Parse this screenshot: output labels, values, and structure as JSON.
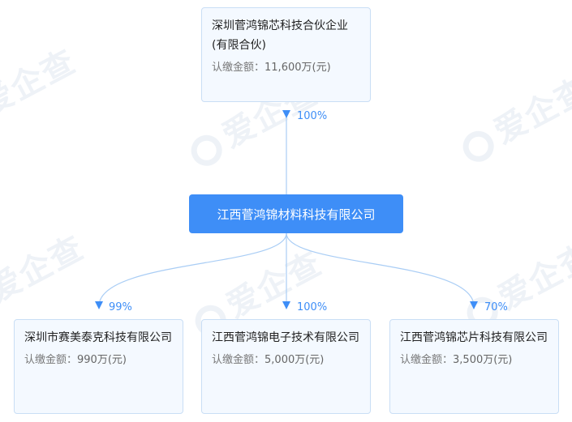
{
  "watermark": {
    "text": "爱企查"
  },
  "parent": {
    "name": "深圳菅鸿锦芯科技合伙企业(有限合伙)",
    "amount_label": "认缴金额：",
    "amount_value": "11,600万(元)",
    "percent": "100%"
  },
  "center": {
    "name": "江西菅鸿锦材料科技有限公司"
  },
  "children": [
    {
      "name": "深圳市赛美泰克科技有限公司",
      "amount_label": "认缴金额：",
      "amount_value": "990万(元)",
      "percent": "99%"
    },
    {
      "name": "江西菅鸿锦电子技术有限公司",
      "amount_label": "认缴金额：",
      "amount_value": "5,000万(元)",
      "percent": "100%"
    },
    {
      "name": "江西菅鸿锦芯片科技有限公司",
      "amount_label": "认缴金额：",
      "amount_value": "3,500万(元)",
      "percent": "70%"
    }
  ],
  "colors": {
    "accent": "#3e8ef7",
    "edge": "#a9cdf5",
    "card_bg": "#f4f9ff",
    "card_border": "#c9def5"
  }
}
